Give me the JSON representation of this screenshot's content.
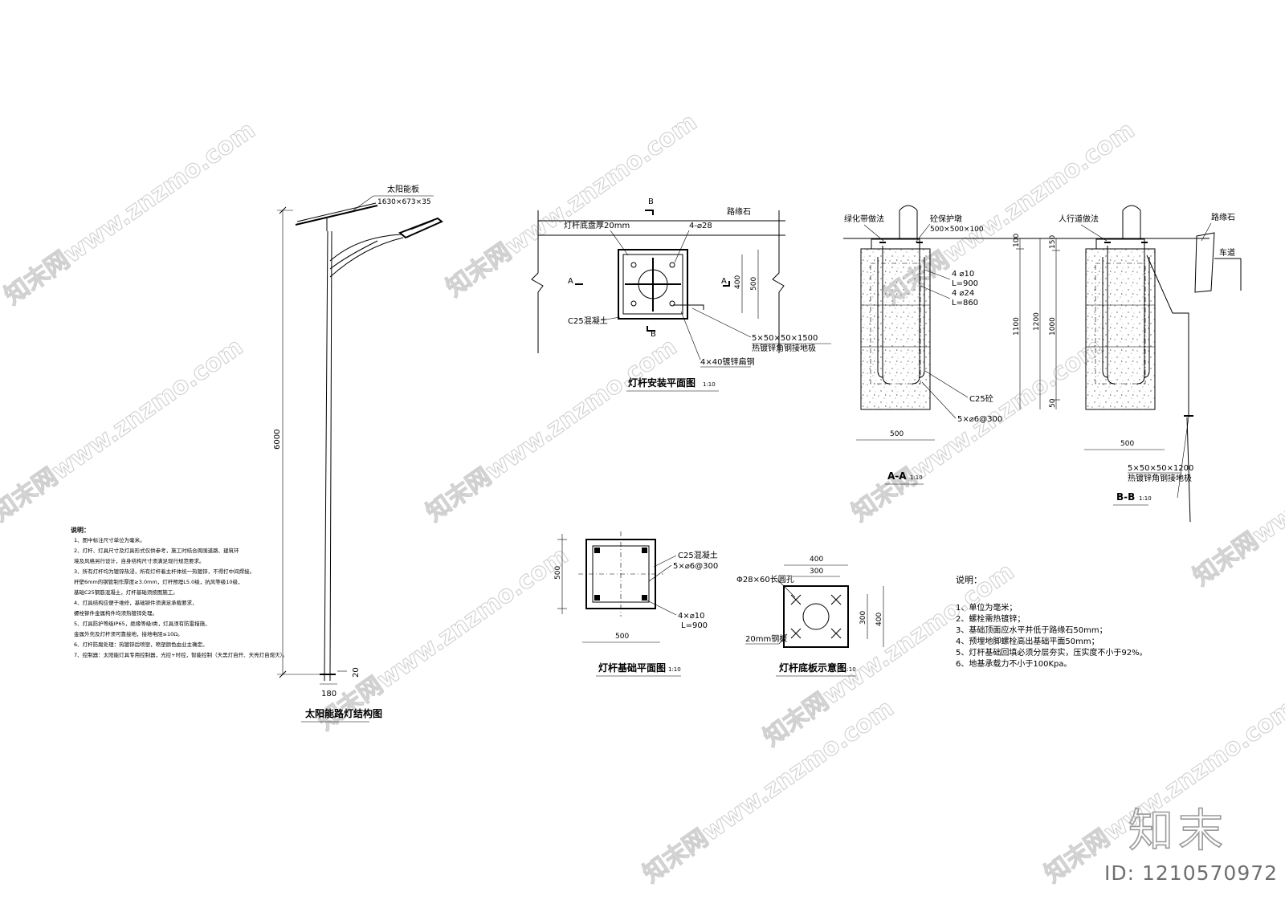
{
  "watermark": {
    "text": "知末网www.znzmo.com"
  },
  "brand": {
    "logo": "知末",
    "image_id": "ID: 1210570972"
  },
  "pole": {
    "title": "太阳能路灯结构图",
    "panel_label": "太阳能板",
    "panel_size": "1630×673×35",
    "height_dim": "6000",
    "base_dim": "180",
    "embed_dim": "20"
  },
  "notes_left": {
    "heading": "说明：",
    "lines": [
      "1、图中标注尺寸单位为毫米。",
      "2、灯杆、灯具尺寸及灯具形式仅供参考，施工时结合周围道路、建筑环",
      "   境及风格另行设计，自身结构尺寸须满足现行规范要求。",
      "3、所有灯杆均为镀锌热浸，所有灯杆着主杆体统一热镀锌，不得打中间焊接。",
      "   杆壁6mm的钢管制作厚度≥3.0mm，灯杆预埋L5.0级，抗风等级10级，",
      "   基础C25钢筋混凝土，灯杆基础须按图施工。",
      "4、灯具结构应便于维修，基础铆件须满足承载要求，",
      "   螺栓铆件金属构件均须热镀锌处理。",
      "5、灯具防护等级IP65，绝缘等级I类，灯具须有防雷措施，",
      "   金属外壳及灯杆须可靠接地，接地电阻≤10Ω。",
      "6、灯杆防腐处理：热镀锌后喷塑，喷塑颜色由业主确定。",
      "7、控制器：太阳能灯具专用控制器，光控+时控，智能控制（天黑灯自开、天亮灯自熄灭）。"
    ]
  },
  "install_plan": {
    "title": "灯杆安装平面图",
    "scale": "1:10",
    "section_b_top": "B",
    "section_b_bottom": "B",
    "section_a_left": "A",
    "section_a_right": "A",
    "curb": "路缘石",
    "base_plate": "灯杆底盘厚20mm",
    "holes": "4-⌀28",
    "concrete": "C25混凝土",
    "dim_400": "400",
    "dim_500": "500",
    "angle_steel": "5×50×50×1500",
    "ground_note": "热镀锌角钢接地极",
    "flat_steel": "4×40镀锌扁钢"
  },
  "section_aa": {
    "title": "A-A",
    "scale": "1:10",
    "greenbelt": "绿化带做法",
    "guard": "砼保护墩",
    "guard_size": "500×500×100",
    "bolt1a": "4 ⌀10",
    "bolt1b": "L=900",
    "bolt2a": "4 ⌀24",
    "bolt2b": "L=860",
    "concrete": "C25砼",
    "rebar": "5×⌀6@300",
    "dim_100": "100",
    "dim_1100": "1100",
    "dim_1200": "1200",
    "dim_500": "500"
  },
  "section_bb": {
    "title": "B-B",
    "scale": "1:10",
    "sidewalk": "人行道做法",
    "curb": "路缘石",
    "road": "车道",
    "dim_150": "150",
    "dim_1000": "1000",
    "dim_50": "50",
    "dim_500": "500",
    "angle_steel": "5×50×50×1200",
    "ground_note": "热镀锌角钢接地极"
  },
  "foundation_plan": {
    "title": "灯杆基础平面图",
    "scale": "1:10",
    "concrete": "C25混凝土",
    "rebar": "5×⌀6@300",
    "bolt_a": "4×⌀10",
    "bolt_b": "L=900",
    "dim_side": "500",
    "dim_bottom": "500"
  },
  "base_plate": {
    "title": "灯杆底板示意图",
    "scale": "1:10",
    "slot": "Φ28×60长圆孔",
    "plate": "20mm钢板",
    "dim_400_top": "400",
    "dim_300_top": "300",
    "dim_300_right": "300",
    "dim_400_right": "400"
  },
  "notes_right": {
    "heading": "说明：",
    "lines": [
      "1、单位为毫米；",
      "2、螺栓需热镀锌；",
      "3、基础顶面应水平并低于路缘石50mm；",
      "4、预埋地脚螺栓高出基础平面50mm；",
      "5、灯杆基础回填必须分层夯实，压实度不小于92%。",
      "6、地基承载力不小于100Kpa。"
    ]
  }
}
